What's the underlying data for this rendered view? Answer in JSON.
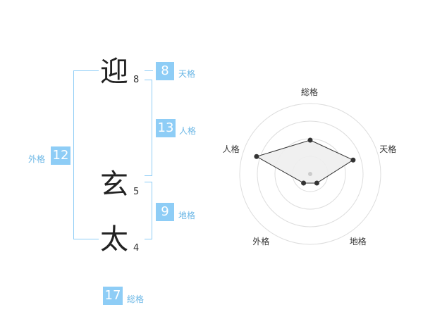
{
  "name": {
    "chars": [
      {
        "char": "迎",
        "strokes": "8"
      },
      {
        "char": "玄",
        "strokes": "5"
      },
      {
        "char": "太",
        "strokes": "4"
      }
    ]
  },
  "fortune": {
    "tenkaku": {
      "value": "8",
      "label": "天格"
    },
    "jinkaku": {
      "value": "13",
      "label": "人格"
    },
    "chikaku": {
      "value": "9",
      "label": "地格"
    },
    "gaikaku": {
      "value": "12",
      "label": "外格"
    },
    "soukaku": {
      "value": "17",
      "label": "総格"
    }
  },
  "chart_data": {
    "type": "radar",
    "axes": [
      "総格",
      "天格",
      "地格",
      "外格",
      "人格"
    ],
    "values": [
      3,
      4,
      1,
      1,
      5
    ],
    "max": 5,
    "rings": 4,
    "colors": {
      "ring": "#dddddd",
      "fill": "#eeeeee",
      "line": "#333333",
      "point": "#333333"
    }
  }
}
